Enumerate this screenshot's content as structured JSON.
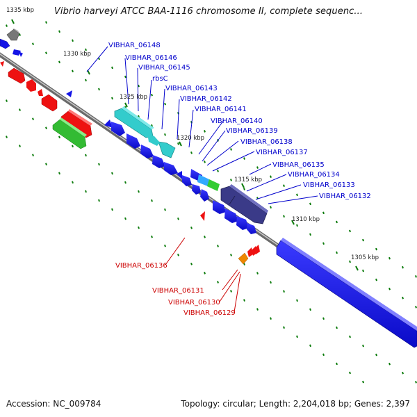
{
  "title": "Vibrio harveyi ATCC BAA-1116 chromosome II, complete sequenc...",
  "footer": {
    "accession": "Accession: NC_009784",
    "topology": "Topology: circular; Length: 2,204,018 bp; Genes: 2,397"
  },
  "ruler_labels": [
    "1335 kbp",
    "1330 kbp",
    "1325 kbp",
    "1320 kbp",
    "1315 kbp",
    "1310 kbp",
    "1305 kbp"
  ],
  "forward_gene_labels": [
    "VIBHAR_06148",
    "VIBHAR_06146",
    "VIBHAR_06145",
    "rbsC",
    "VIBHAR_06143",
    "VIBHAR_06142",
    "VIBHAR_06141",
    "VIBHAR_06140",
    "VIBHAR_06139",
    "VIBHAR_06138",
    "VIBHAR_06137",
    "VIBHAR_06135",
    "VIBHAR_06134",
    "VIBHAR_06133",
    "VIBHAR_06132"
  ],
  "reverse_gene_labels": [
    "VIBHAR_06136",
    "VIBHAR_06131",
    "VIBHAR_06130",
    "VIBHAR_06129"
  ],
  "colors": {
    "forward_label": "#0000cc",
    "reverse_label": "#cc0000",
    "backbone": "#8c8c8c",
    "tick": "#0a7a0a",
    "blue_gene": "#1414e6",
    "cyan_gene": "#33cccc",
    "dark_gene": "#3a3a88",
    "red_gene": "#ee1111",
    "green_gene": "#33bb33",
    "gray_gene": "#777777",
    "orange_gene": "#ee8800"
  }
}
